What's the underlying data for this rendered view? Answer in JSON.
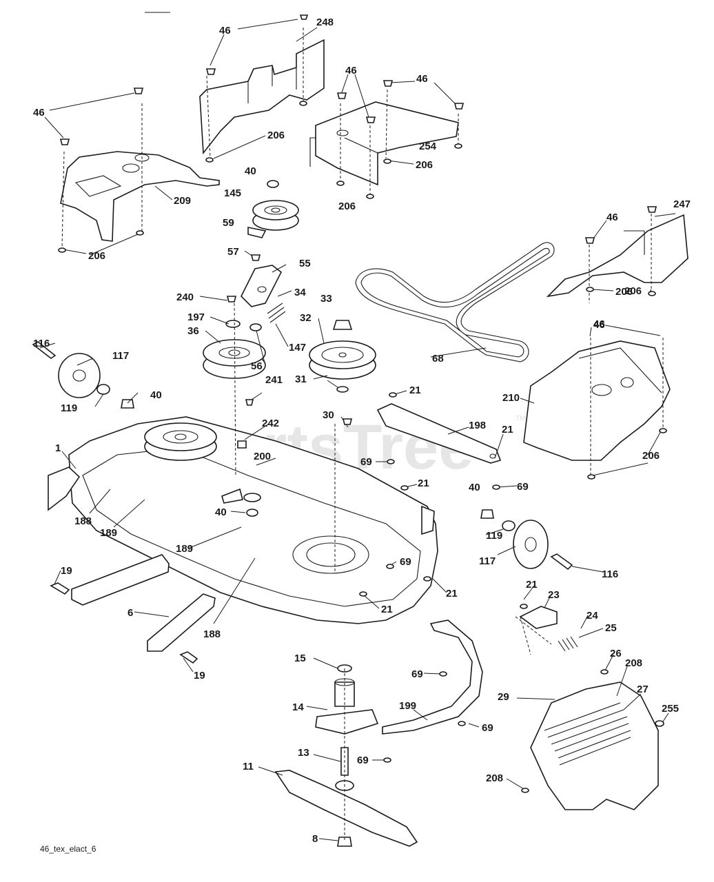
{
  "watermark": {
    "text": "PartsTree",
    "trademark": "TM"
  },
  "caption": "46_tex_elact_6",
  "callouts": [
    "46",
    "248",
    "46",
    "46",
    "46",
    "46",
    "206",
    "40",
    "145",
    "209",
    "59",
    "206",
    "206",
    "254",
    "206",
    "206",
    "247",
    "46",
    "57",
    "55",
    "240",
    "34",
    "33",
    "197",
    "36",
    "32",
    "147",
    "56",
    "206",
    "46",
    "116",
    "117",
    "68",
    "241",
    "119",
    "40",
    "31",
    "21",
    "210",
    "242",
    "30",
    "198",
    "21",
    "1",
    "200",
    "69",
    "206",
    "21",
    "40",
    "69",
    "40",
    "119",
    "188",
    "189",
    "189",
    "69",
    "117",
    "116",
    "19",
    "21",
    "21",
    "6",
    "188",
    "21",
    "23",
    "24",
    "25",
    "15",
    "69",
    "26",
    "208",
    "19",
    "14",
    "29",
    "27",
    "255",
    "199",
    "69",
    "13",
    "69",
    "11",
    "208",
    "8"
  ],
  "colors": {
    "ink": "#1a1a1a",
    "paper": "#ffffff",
    "watermark": "#e6e6e6"
  }
}
